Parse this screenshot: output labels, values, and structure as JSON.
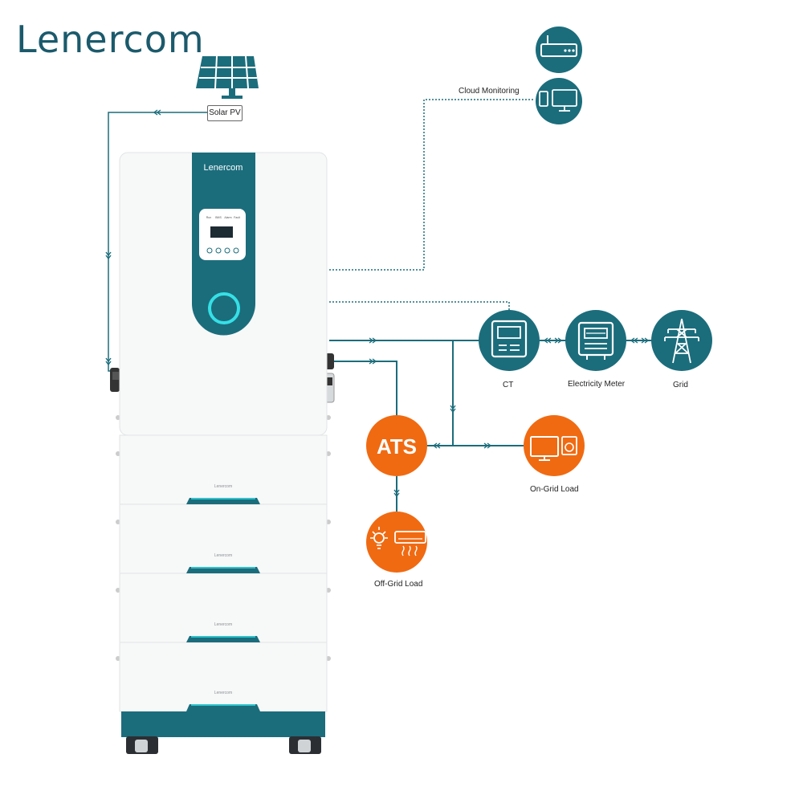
{
  "brand": {
    "name": "Lenercom"
  },
  "inverter": {
    "logo": "Lenercom",
    "display_labels": [
      "Run",
      "BMS",
      "Alarm",
      "Fault"
    ]
  },
  "battery_modules": [
    {
      "logo": "Lenercom"
    },
    {
      "logo": "Lenercom"
    },
    {
      "logo": "Lenercom"
    },
    {
      "logo": "Lenercom"
    }
  ],
  "nodes": {
    "solar_pv": "Solar PV",
    "cloud_monitoring": "Cloud Monitoring",
    "ct": "CT",
    "electricity_meter": "Electricity Meter",
    "grid": "Grid",
    "ats": "ATS",
    "on_grid_load": "On-Grid Load",
    "off_grid_load": "Off-Grid Load"
  },
  "colors": {
    "teal": "#1b6d7c",
    "orange": "#f06a12",
    "brand": "#1b5a6c",
    "line": "#1b6d7c"
  }
}
